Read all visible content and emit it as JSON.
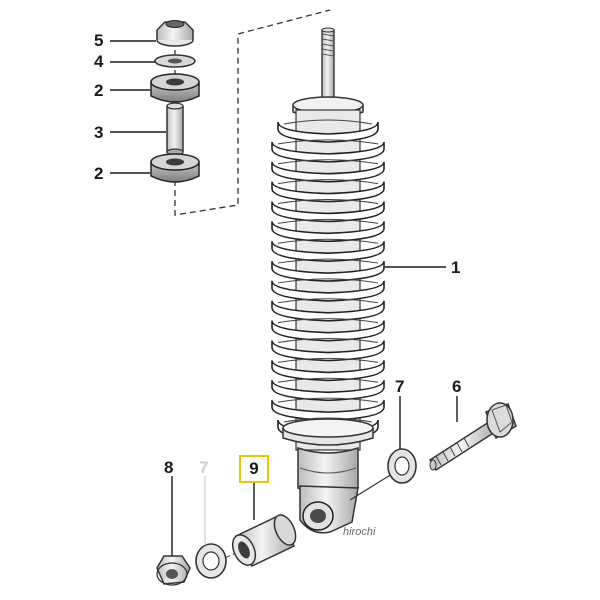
{
  "diagram": {
    "callouts": [
      {
        "id": "c5",
        "label": "5"
      },
      {
        "id": "c4",
        "label": "4"
      },
      {
        "id": "c2a",
        "label": "2"
      },
      {
        "id": "c3",
        "label": "3"
      },
      {
        "id": "c2b",
        "label": "2"
      },
      {
        "id": "c1",
        "label": "1"
      },
      {
        "id": "c7a",
        "label": "7"
      },
      {
        "id": "c6",
        "label": "6"
      },
      {
        "id": "c8",
        "label": "8"
      },
      {
        "id": "c7b",
        "label": "7"
      },
      {
        "id": "c9",
        "label": "9"
      }
    ],
    "highlighted_part": "9",
    "watermark": "hirochi"
  }
}
